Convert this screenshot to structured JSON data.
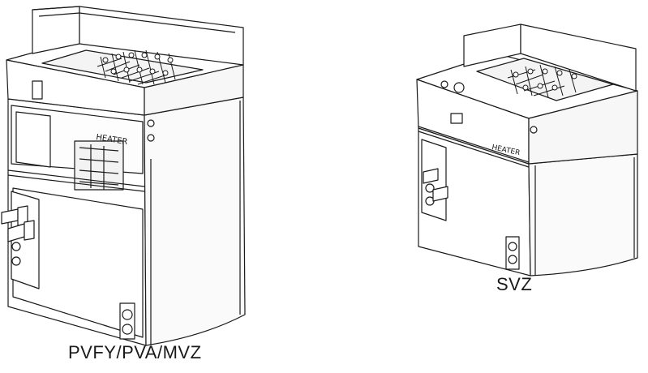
{
  "units": [
    {
      "caption": "PVFY/PVA/MVZ",
      "panel_label": "HEATER"
    },
    {
      "caption": "SVZ",
      "panel_label": "HEATER"
    }
  ],
  "colors": {
    "line": "#1a1a1a",
    "fill": "#ffffff",
    "shade": "#f2f2f2"
  }
}
